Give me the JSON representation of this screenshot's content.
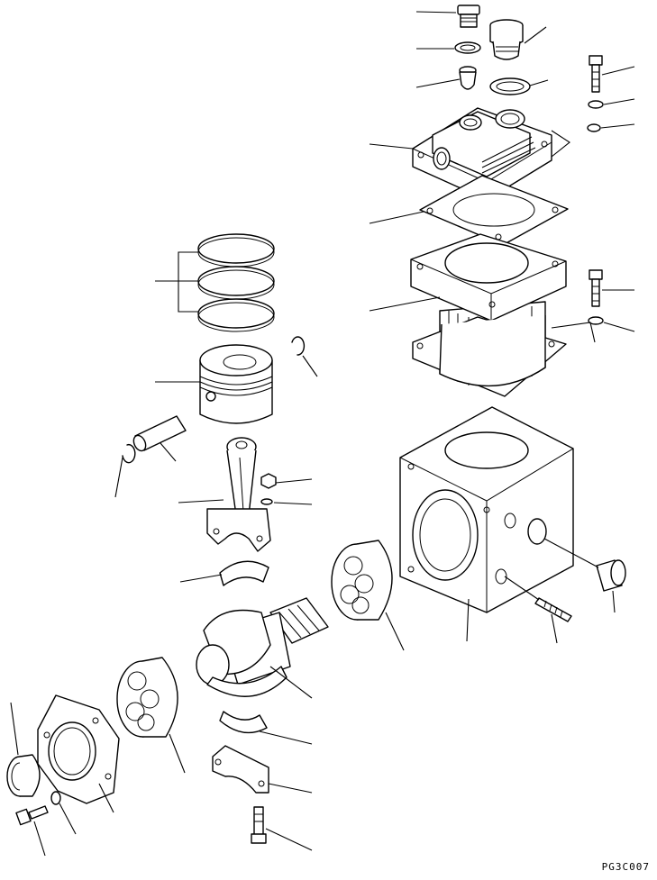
{
  "figure": {
    "drawing_code": "PG3C007",
    "parts": [
      "plug",
      "sealing-washer",
      "fitting",
      "fitting-gasket",
      "check-valve",
      "cylinder-head",
      "head-gasket",
      "cylinder-block",
      "head-bolt",
      "head-lock-washer",
      "block-bolt",
      "block-lock-washer",
      "piston-rings",
      "piston",
      "piston-pin",
      "snap-ring-left",
      "snap-ring-right",
      "connecting-rod",
      "rod-nut",
      "rod-washer",
      "rod-bearing-upper",
      "rod-bearing-lower",
      "rod-cap",
      "crankshaft",
      "main-bearing-rear",
      "main-bearing-front",
      "crankcase",
      "side-plug",
      "stud-bolt",
      "front-cover",
      "oil-seal",
      "cover-bolt",
      "cover-washer",
      "cap-bolt"
    ]
  }
}
